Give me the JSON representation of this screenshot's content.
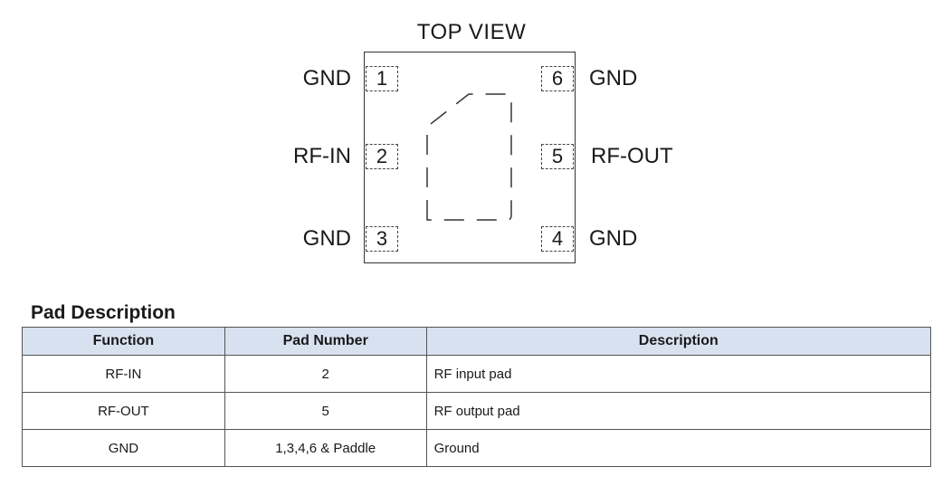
{
  "diagram": {
    "title": "TOP VIEW",
    "pins": [
      {
        "number": "1",
        "label": "GND"
      },
      {
        "number": "2",
        "label": "RF-IN"
      },
      {
        "number": "3",
        "label": "GND"
      },
      {
        "number": "4",
        "label": "GND"
      },
      {
        "number": "5",
        "label": "RF-OUT"
      },
      {
        "number": "6",
        "label": "GND"
      }
    ]
  },
  "pad_description": {
    "title": "Pad Description",
    "headers": [
      "Function",
      "Pad Number",
      "Description"
    ],
    "rows": [
      [
        "RF-IN",
        "2",
        "RF input pad"
      ],
      [
        "RF-OUT",
        "5",
        "RF output pad"
      ],
      [
        "GND",
        "1,3,4,6 & Paddle",
        "Ground"
      ]
    ]
  }
}
